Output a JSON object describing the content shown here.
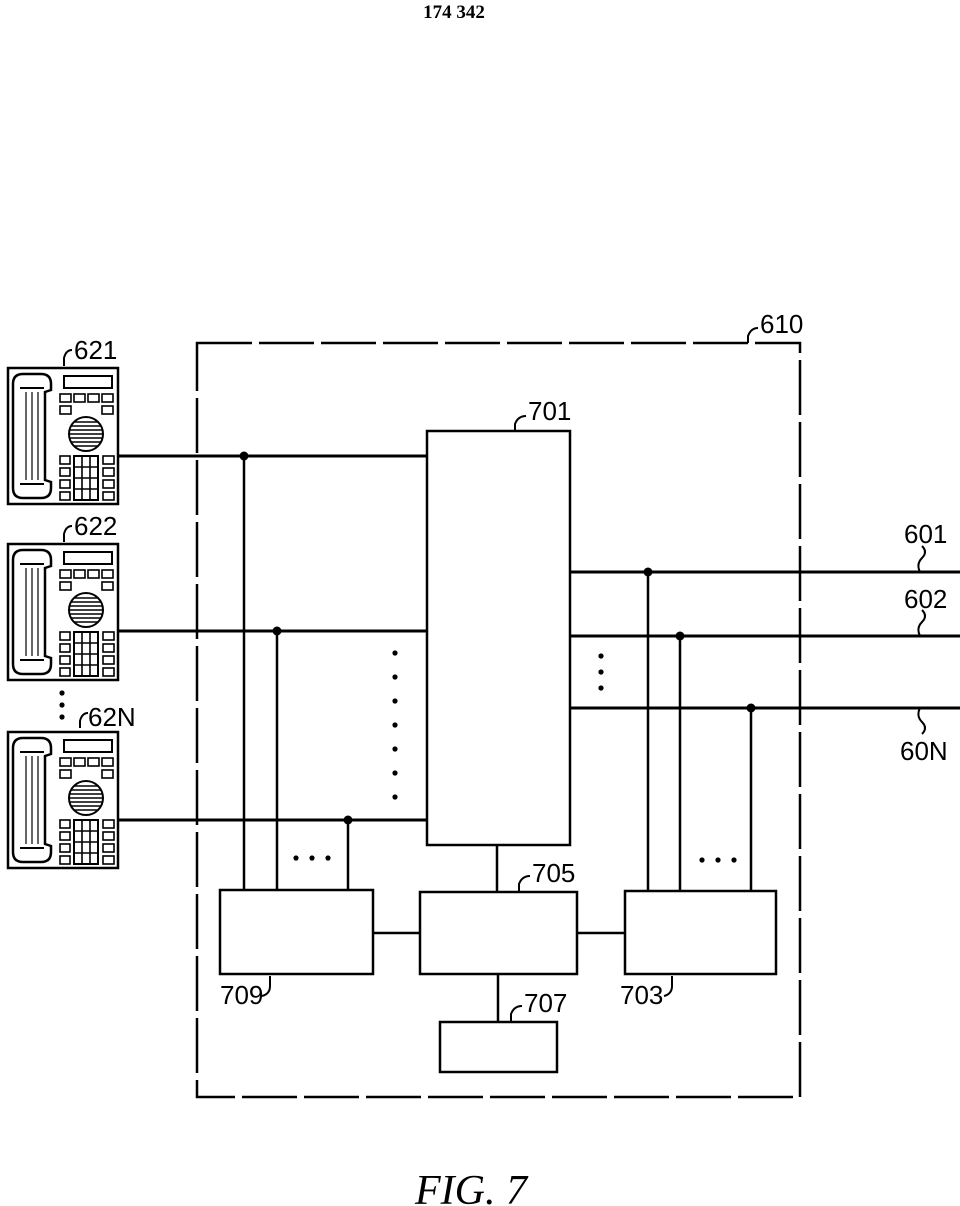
{
  "header": {
    "doc_number": "174 342"
  },
  "figure": {
    "caption": "FIG. 7"
  },
  "labels": {
    "node_610": "610",
    "phone_621": "621",
    "phone_622": "622",
    "phone_62N": "62N",
    "block_701": "701",
    "block_703": "703",
    "block_705": "705",
    "block_707": "707",
    "block_709": "709",
    "line_601": "601",
    "line_602": "602",
    "line_60N": "60N"
  }
}
